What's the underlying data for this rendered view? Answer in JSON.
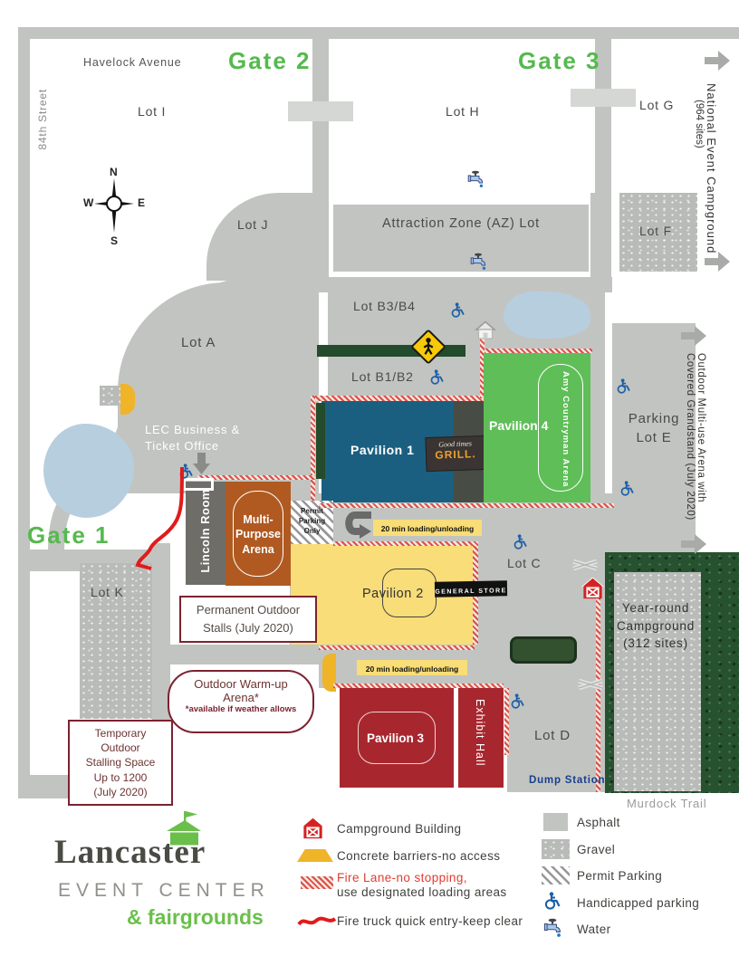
{
  "map": {
    "streets": {
      "havelock_avenue": "Havelock Avenue",
      "eighty_fourth_street": "84th Street",
      "murdock_trail": "Murdock Trail"
    },
    "gates": {
      "gate1": "Gate 1",
      "gate2": "Gate 2",
      "gate3": "Gate 3"
    },
    "compass": {
      "n": "N",
      "e": "E",
      "s": "S",
      "w": "W"
    },
    "lots": {
      "lot_i": "Lot I",
      "lot_h": "Lot H",
      "lot_g": "Lot G",
      "lot_j": "Lot J",
      "lot_f": "Lot F",
      "lot_a": "Lot A",
      "lot_b34": "Lot B3/B4",
      "lot_b12": "Lot B1/B2",
      "lot_c": "Lot C",
      "lot_d": "Lot D",
      "lot_k": "Lot K",
      "parking_lot_e_line1": "Parking",
      "parking_lot_e_line2": "Lot E",
      "attraction_zone": "Attraction Zone (AZ) Lot"
    },
    "buildings": {
      "pavilion1": "Pavilion 1",
      "pavilion2": "Pavilion 2",
      "pavilion3": "Pavilion 3",
      "pavilion4": "Pavilion 4",
      "amy_countryman": "Amy Countryman Arena",
      "lincoln_room": "Lincoln Room",
      "multipurpose_line1": "Multi-",
      "multipurpose_line2": "Purpose",
      "multipurpose_line3": "Arena",
      "exhibit_hall": "Exhibit Hall",
      "lec_office_line1": "LEC Business &",
      "lec_office_line2": "Ticket Office",
      "grill_script": "Good times",
      "grill_name": "GRILL.",
      "general_store": "GENERAL STORE"
    },
    "areas": {
      "year_round_line1": "Year-round",
      "year_round_line2": "Campground",
      "year_round_line3": "(312 sites)",
      "national_campground": "National Event Campground",
      "national_sites": "(964 sites)",
      "outdoor_arena_line1": "Outdoor Multi-use Arena with",
      "outdoor_arena_line2": "Covered Grandstand (July 2020)",
      "dump_station": "Dump Station"
    },
    "notes": {
      "permit_line1": "Permit",
      "permit_line2": "Parking",
      "permit_line3": "Only",
      "loading_top": "20 min loading/unloading",
      "loading_bottom": "20 min loading/unloading",
      "permanent_stalls_line1": "Permanent Outdoor",
      "permanent_stalls_line2": "Stalls (July 2020)",
      "warmup_line1": "Outdoor Warm-up",
      "warmup_line2": "Arena*",
      "warmup_line3": "*available if weather allows",
      "temp_line1": "Temporary",
      "temp_line2": "Outdoor",
      "temp_line3": "Stalling Space",
      "temp_line4": "Up to 1200",
      "temp_line5": "(July 2020)"
    }
  },
  "legend": {
    "left": [
      {
        "icon": "barn-icon",
        "label": "Campground Building"
      },
      {
        "icon": "concrete-barrier-icon",
        "label": "Concrete barriers-no access"
      },
      {
        "icon": "fire-lane-swatch",
        "label": "Fire Lane-no stopping,",
        "label2": "use designated loading areas"
      },
      {
        "icon": "fire-truck-line-icon",
        "label": "Fire truck quick entry-keep clear"
      }
    ],
    "right": [
      {
        "icon": "asphalt-swatch",
        "label": "Asphalt"
      },
      {
        "icon": "gravel-swatch",
        "label": "Gravel"
      },
      {
        "icon": "permit-parking-swatch",
        "label": "Permit Parking"
      },
      {
        "icon": "handicapped-icon",
        "label": "Handicapped parking"
      },
      {
        "icon": "water-icon",
        "label": "Water"
      }
    ]
  },
  "logo": {
    "name": "Lancaster",
    "sub": "EVENT CENTER",
    "tagline": "& fairgrounds"
  },
  "colors": {
    "asphalt": "#c2c4c1",
    "gate_green": "#56b94e",
    "pavilion1": "#1b5f80",
    "pavilion2": "#f8dd78",
    "pavilion3": "#a8272f",
    "pavilion4": "#5fbe58",
    "multipurpose": "#b05a22",
    "lincoln": "#6e6d68",
    "pond_blue": "#b7cedf",
    "handicap_blue": "#1d5fa8",
    "fire_red": "#e01b1b",
    "maroon": "#7b2230",
    "tree_green": "#27522f",
    "logo_green": "#6abf4b",
    "dump_blue": "#173f8c",
    "barrier_yellow": "#f0b429"
  }
}
